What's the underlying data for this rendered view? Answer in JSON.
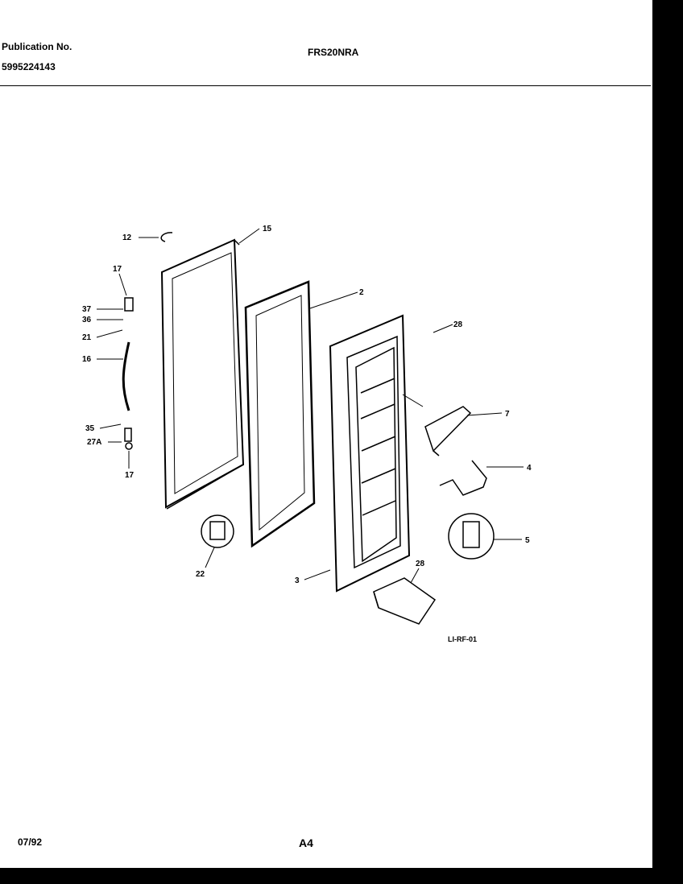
{
  "header": {
    "publication_label": "Publication No.",
    "publication_number": "5995224143",
    "model": "FRS20NRA"
  },
  "footer": {
    "date": "07/92",
    "page": "A4"
  },
  "diagram": {
    "code": "LI-RF-01",
    "callouts": [
      "12",
      "15",
      "2",
      "17",
      "37",
      "36",
      "21",
      "16",
      "35",
      "27A",
      "17",
      "22",
      "3",
      "28",
      "7",
      "4",
      "5",
      "28"
    ]
  }
}
